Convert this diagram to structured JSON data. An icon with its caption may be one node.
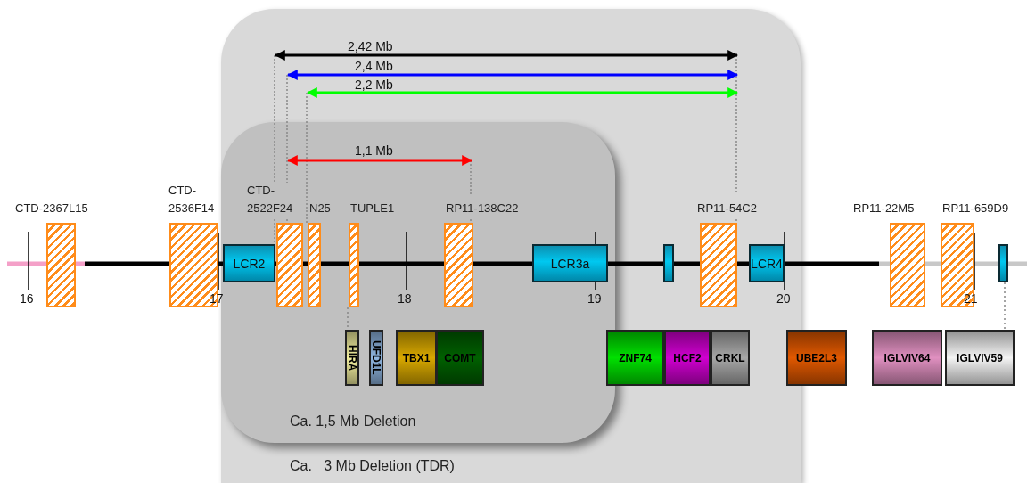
{
  "diagram": {
    "nodes": [
      {
        "text": [
          "Ca.   3 Mb Deletion (TDR)"
        ]
      },
      {
        "text": [
          "Ca. 1,5 Mb Deletion"
        ],
        "in": 0
      },
      {
        "text": [
          "CTD-2367L15"
        ]
      },
      {
        "text": [
          "CTD- 2536F14"
        ]
      },
      {
        "text": [
          "CTD- 2522F24"
        ],
        "in": 1
      },
      {
        "text": [
          "N25"
        ],
        "in": 1
      },
      {
        "text": [
          "TUPLE1"
        ],
        "in": 1
      },
      {
        "text": [
          "RP11-138C22"
        ],
        "in": 1
      },
      {
        "text": [
          "RP11-54C2"
        ],
        "in": 0
      },
      {
        "text": [
          "RP11-22M5"
        ]
      },
      {
        "text": [
          "RP11-659D9"
        ]
      },
      {
        "text": [
          "LCR2"
        ],
        "in": 1
      },
      {
        "text": [
          "LCR3a"
        ],
        "in": 1
      },
      {
        "text": [],
        "shape": "box",
        "in": 0
      },
      {
        "text": [
          "LCR4"
        ],
        "in": 0
      },
      {
        "text": [],
        "shape": "box"
      },
      {
        "text": [
          "HIRA"
        ],
        "in": 1
      },
      {
        "text": [
          "UFD1L"
        ],
        "in": 1
      },
      {
        "text": [
          "TBX1"
        ],
        "in": 1
      },
      {
        "text": [
          "COMT"
        ],
        "in": 1
      },
      {
        "text": [
          "ZNF74"
        ],
        "in": 0
      },
      {
        "text": [
          "HCF2"
        ],
        "in": 0
      },
      {
        "text": [
          "CRKL"
        ],
        "in": 0
      },
      {
        "text": [
          "UBE2L3"
        ]
      },
      {
        "text": [
          "IGLVIV64"
        ]
      },
      {
        "text": [
          "IGLVIV59"
        ]
      }
    ],
    "edges": [
      {
        "from": 6,
        "to": 16,
        "arrow": "none",
        "style": "dashed"
      },
      {
        "from": 15,
        "to": 25,
        "arrow": "none",
        "style": "dashed"
      }
    ],
    "labels": [
      "2,42 Mb",
      "2,4 Mb",
      "2,2 Mb",
      "1,1 Mb",
      "16",
      "17",
      "18",
      "19",
      "20",
      "21"
    ]
  }
}
